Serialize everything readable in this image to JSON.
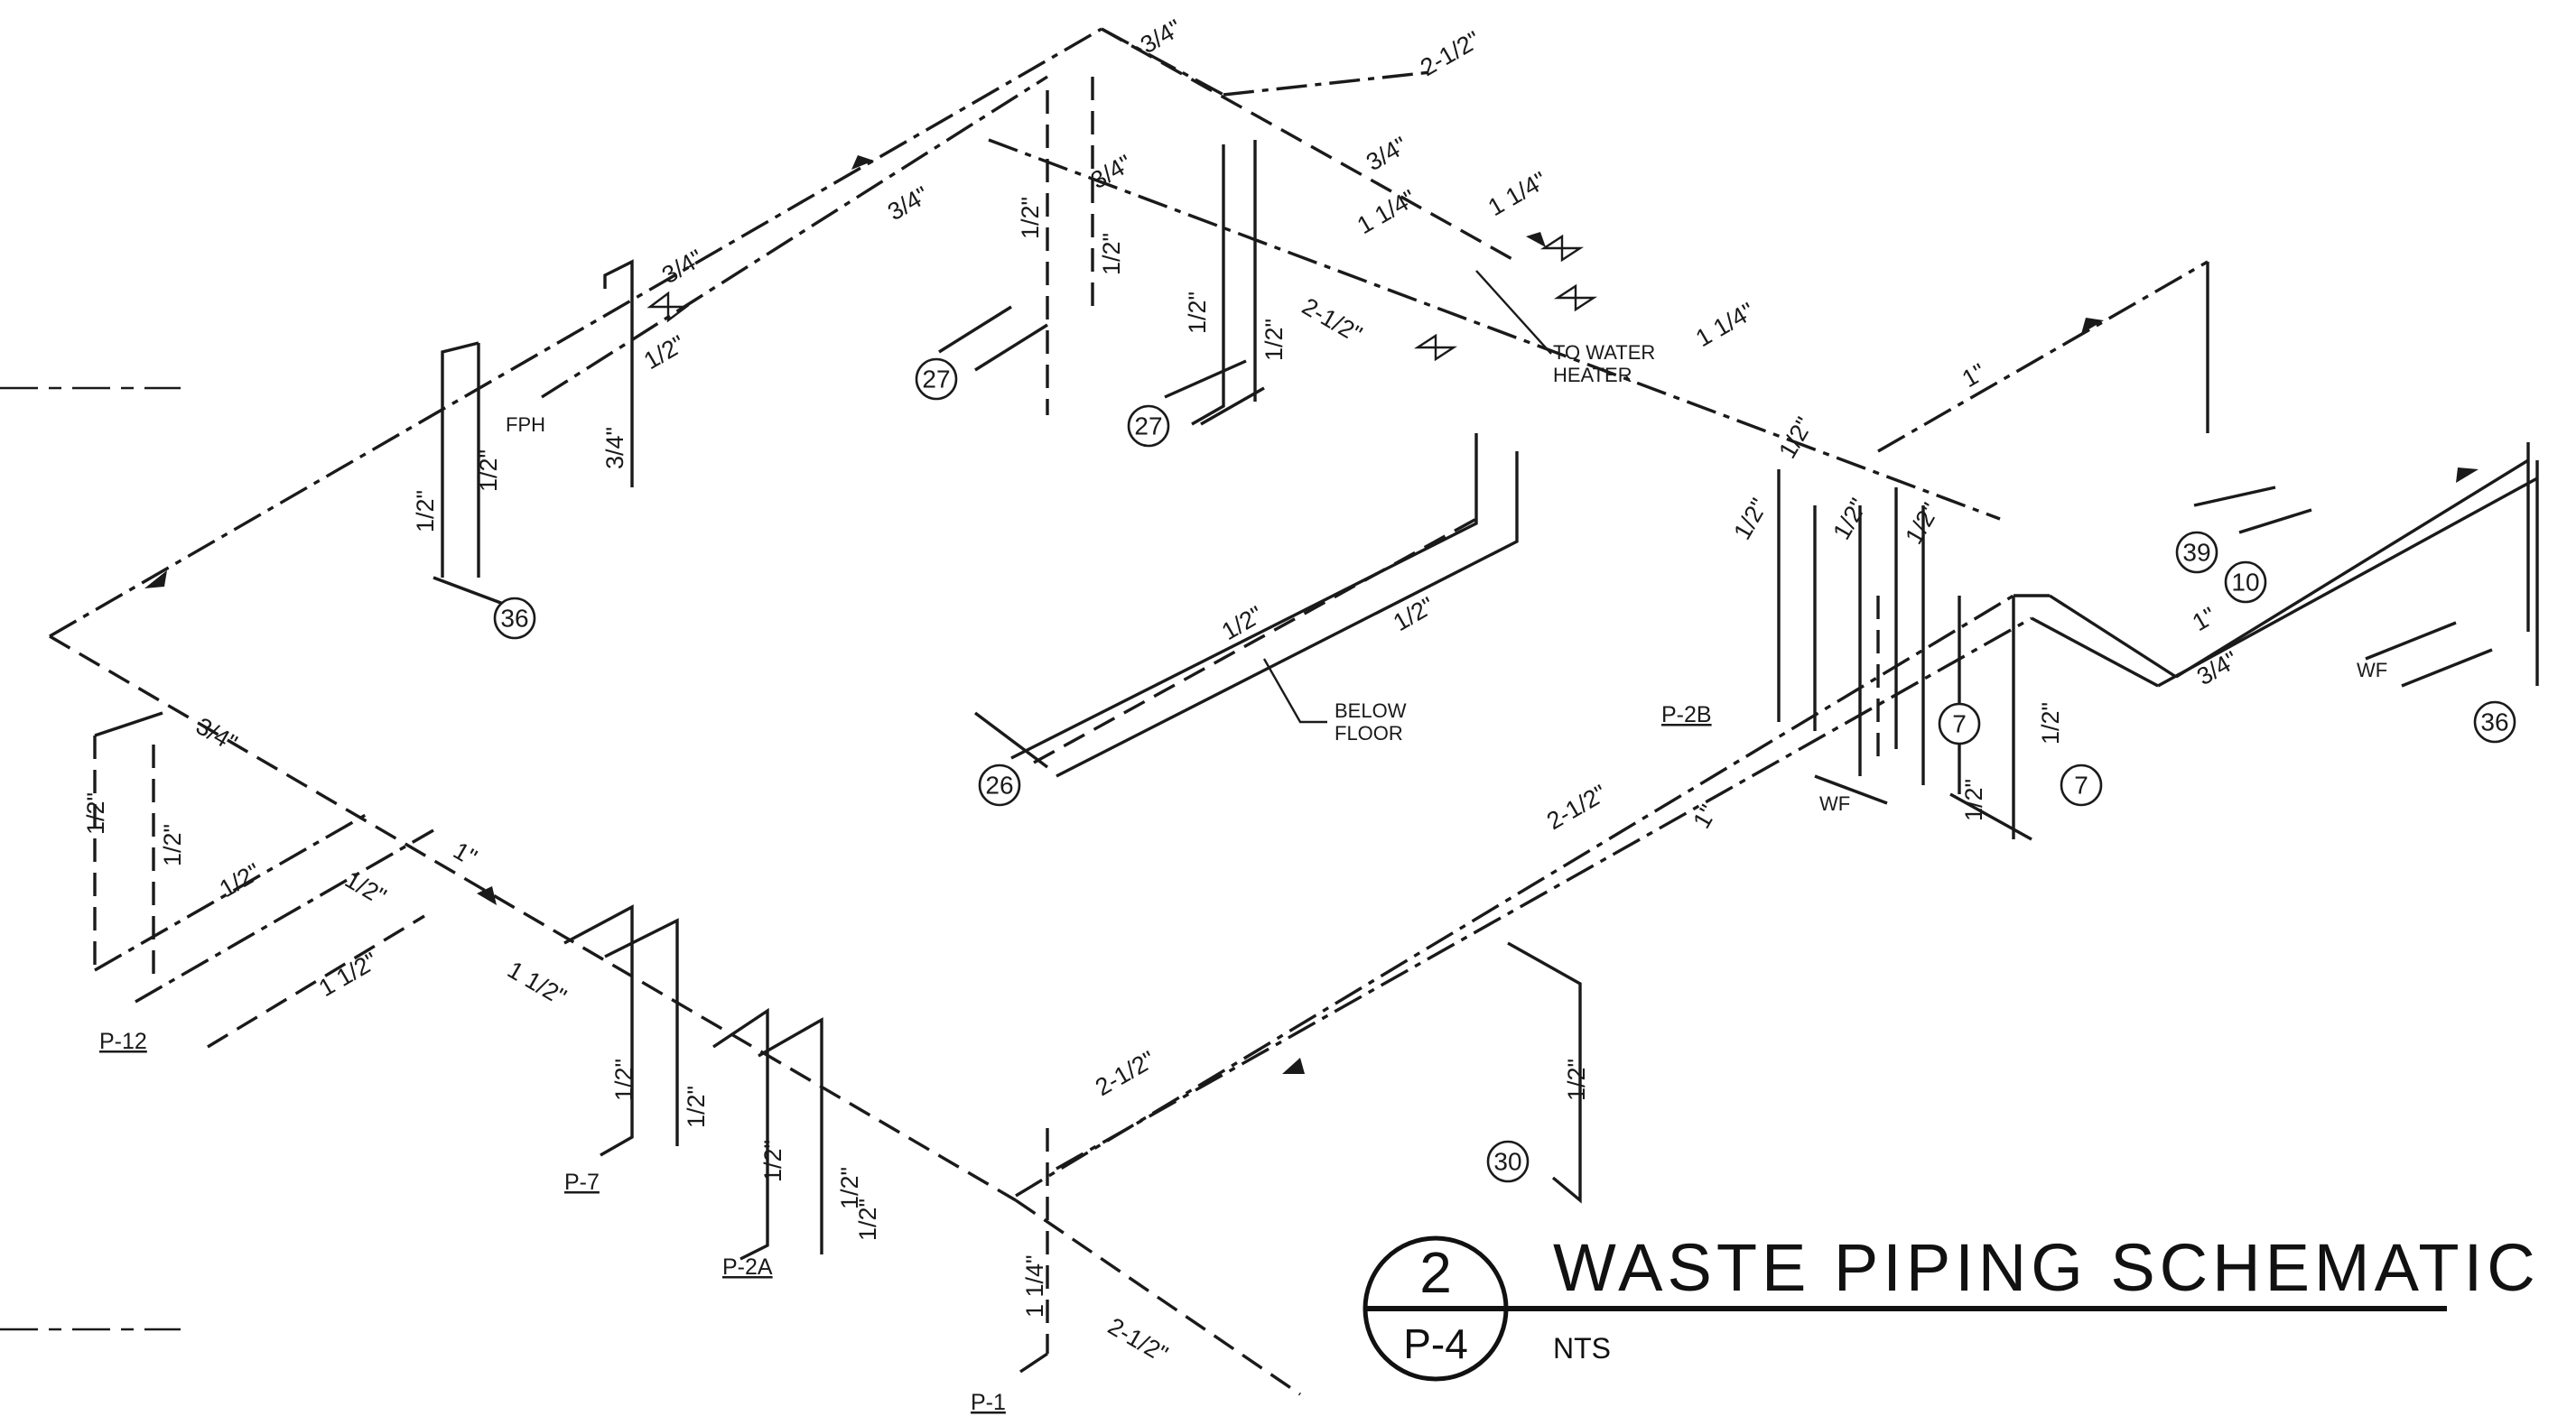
{
  "title_block": {
    "title": "WASTE PIPING SCHEMATIC",
    "scale": "NTS",
    "detail_number": "2",
    "sheet": "P-4"
  },
  "fixture_tags": [
    "P-12",
    "P-7",
    "P-2A",
    "P-1",
    "P-2B"
  ],
  "fixture_bubbles": [
    "36",
    "27",
    "27",
    "26",
    "39",
    "10",
    "7",
    "7",
    "36",
    "30"
  ],
  "callouts": {
    "water_heater": [
      "TO WATER",
      "HEATER"
    ],
    "below_floor": [
      "BELOW",
      "FLOOR"
    ],
    "fph": "FPH",
    "wf_1": "WF",
    "wf_2": "WF"
  },
  "pipe_sizes": {
    "s_3_4": "3/4\"",
    "s_1_2": "1/2\"",
    "s_1": "1\"",
    "s_1_1_4": "1 1/4\"",
    "s_1_1_2": "1 1/2\"",
    "s_2_1_2": "2-1/2\""
  }
}
